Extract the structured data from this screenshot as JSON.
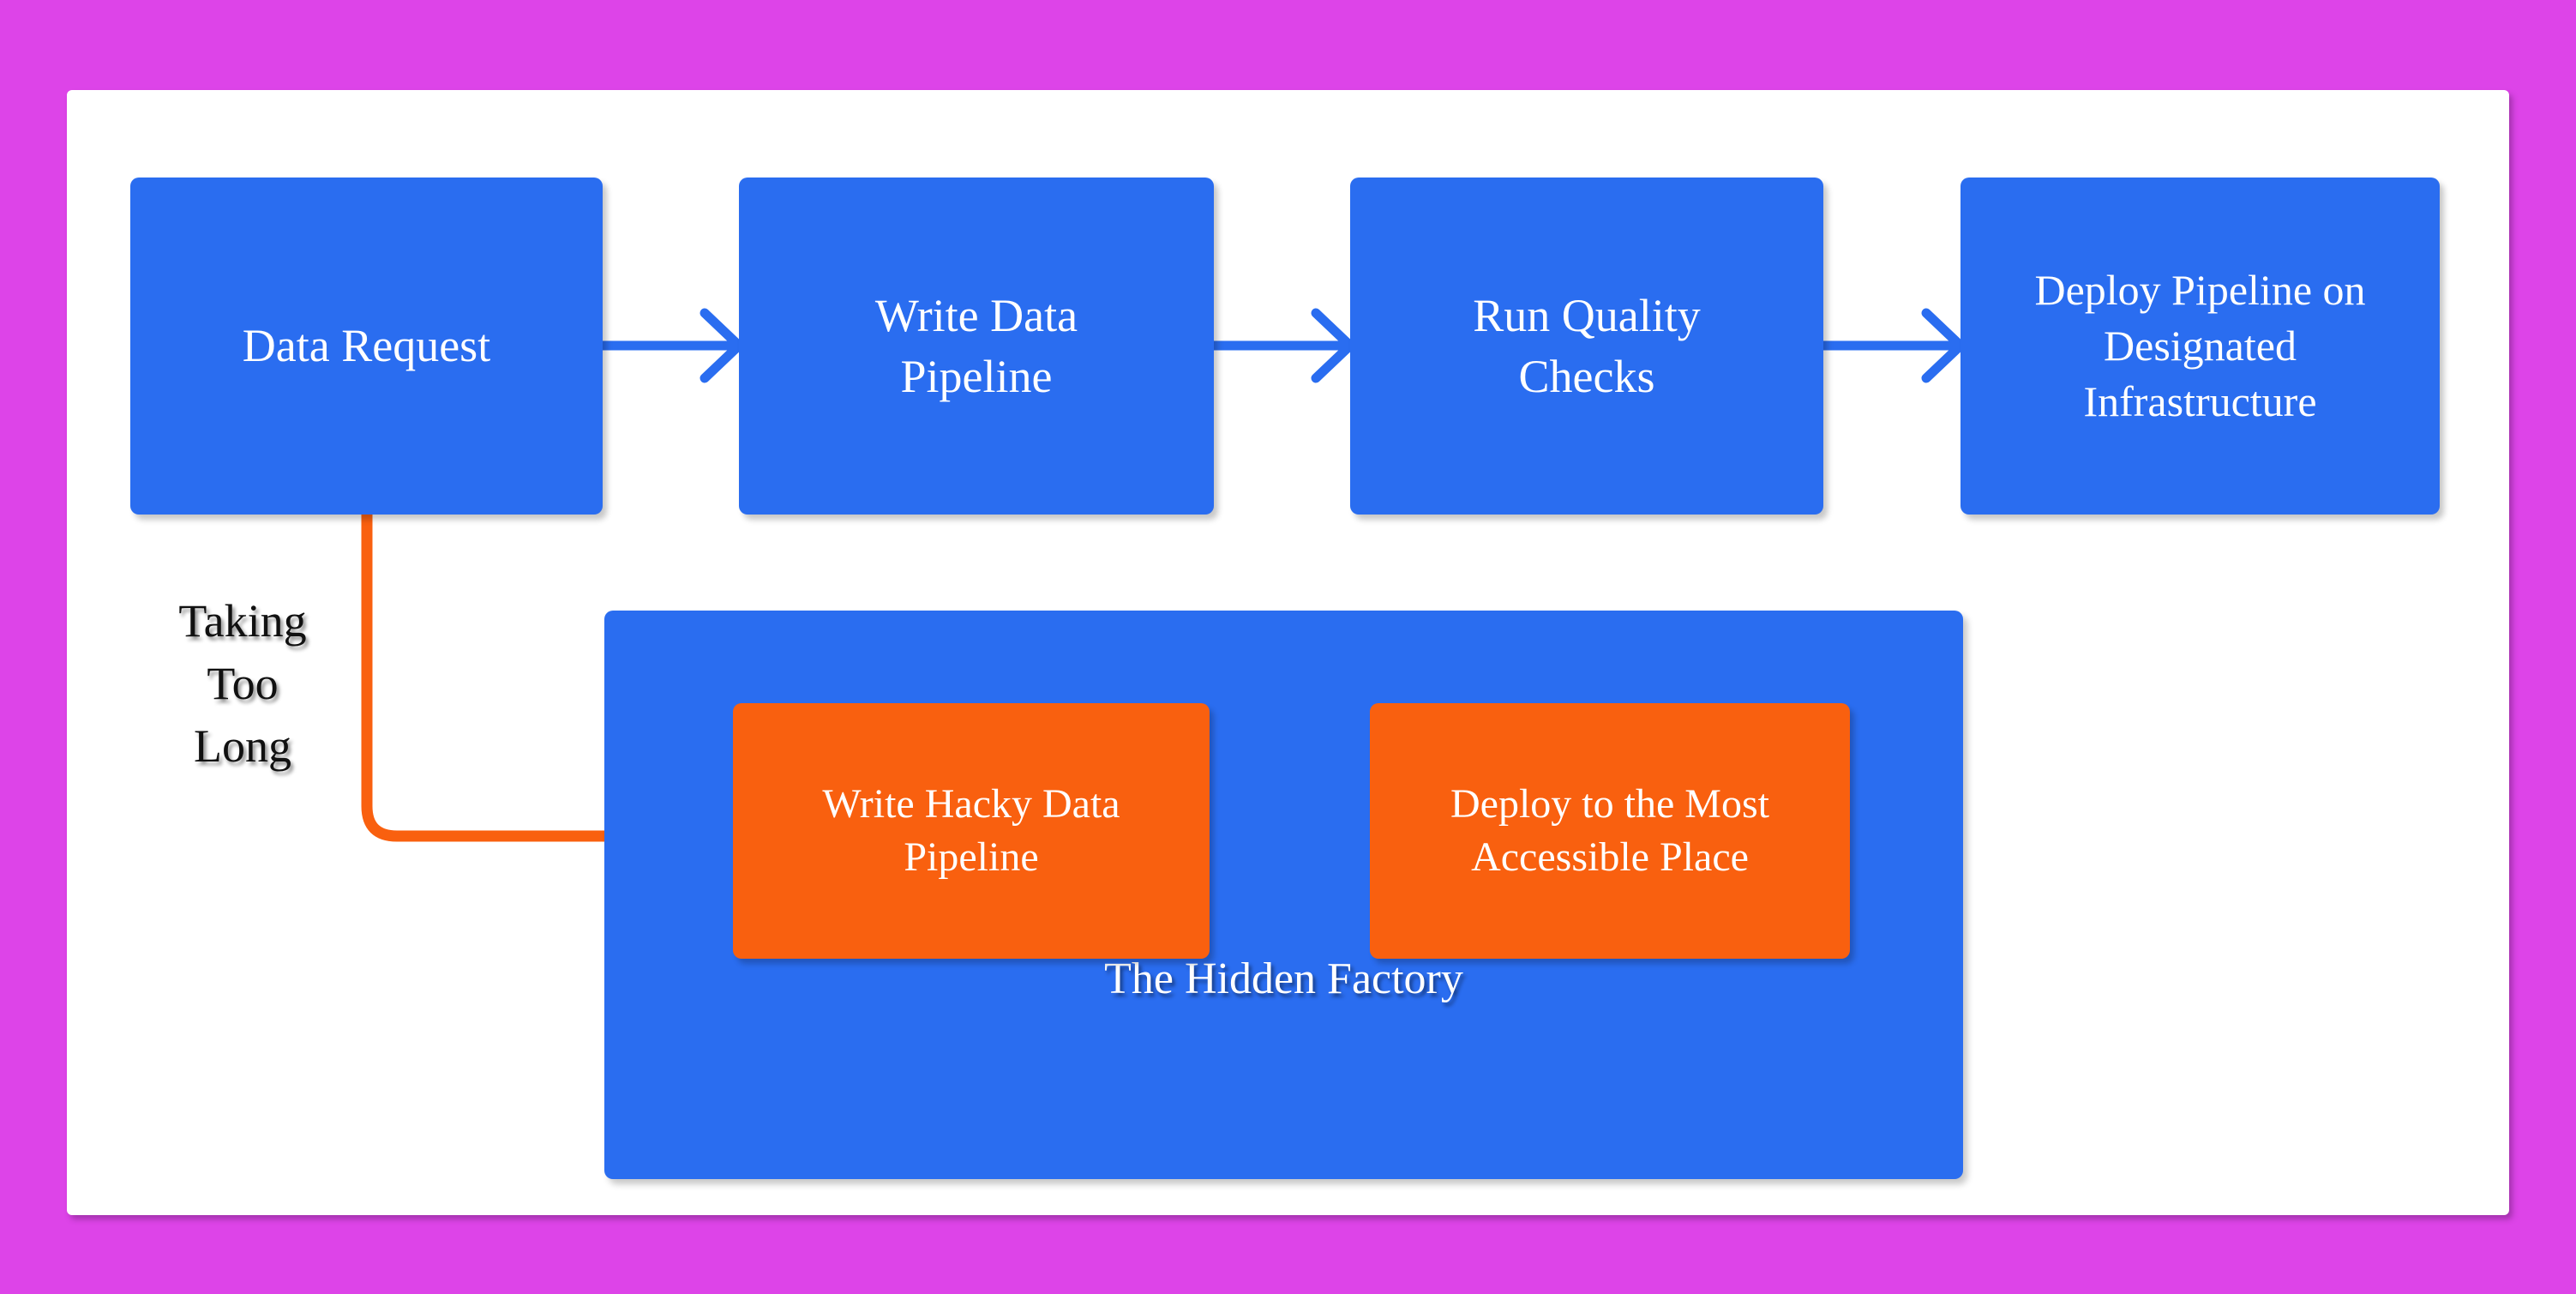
{
  "theme": {
    "background_color": "#DD44E8",
    "panel_color": "#FFFFFF",
    "primary_blue": "#2A6DF0",
    "accent_orange": "#F9600F",
    "node_text_color": "#FFFFFF",
    "label_text_color": "#111111"
  },
  "diagram": {
    "type": "flowchart",
    "main_flow": {
      "name": "happy-path",
      "arrow_color": "#2A6DF0",
      "nodes": [
        {
          "id": "data-request",
          "label": "Data Request"
        },
        {
          "id": "write-pipeline",
          "label": "Write Data\nPipeline"
        },
        {
          "id": "quality-checks",
          "label": "Run Quality\nChecks"
        },
        {
          "id": "deploy-pipeline",
          "label": "Deploy Pipeline on\nDesignated\nInfrastructure"
        }
      ]
    },
    "shadow_flow": {
      "name": "hidden-factory",
      "arrow_color": "#F9600F",
      "group_title": "The Hidden Factory",
      "branch_label": "Taking\nToo\nLong",
      "nodes": [
        {
          "id": "hacky-pipeline",
          "label": "Write Hacky Data\nPipeline"
        },
        {
          "id": "deploy-accessible",
          "label": "Deploy to the Most\nAccessible Place"
        }
      ]
    },
    "edges": [
      {
        "from": "data-request",
        "to": "write-pipeline",
        "style": "straight",
        "color": "#2A6DF0"
      },
      {
        "from": "write-pipeline",
        "to": "quality-checks",
        "style": "straight",
        "color": "#2A6DF0"
      },
      {
        "from": "quality-checks",
        "to": "deploy-pipeline",
        "style": "straight",
        "color": "#2A6DF0"
      },
      {
        "from": "data-request",
        "to": "hacky-pipeline",
        "style": "elbow",
        "color": "#F9600F",
        "label": "Taking Too Long"
      },
      {
        "from": "hacky-pipeline",
        "to": "deploy-accessible",
        "style": "straight",
        "color": "#F9600F"
      }
    ]
  }
}
